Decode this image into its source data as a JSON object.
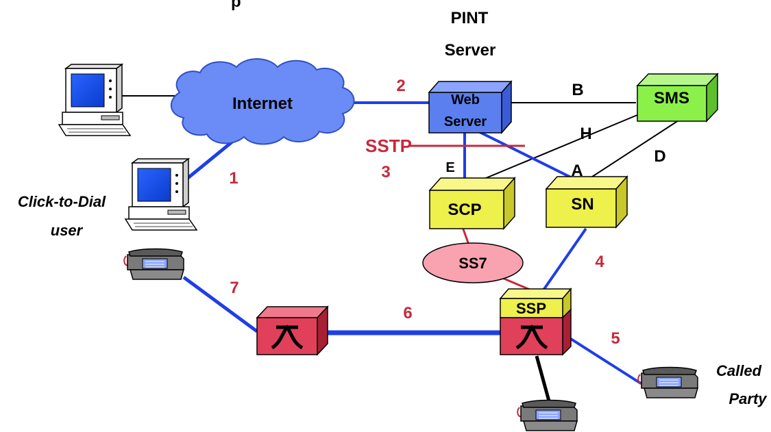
{
  "header_partial": "p",
  "title_line1": "PINT",
  "title_line2": "Server",
  "nodes": {
    "internet": "Internet",
    "web_server_line1": "Web",
    "web_server_line2": "Server",
    "sms": "SMS",
    "scp": "SCP",
    "sn": "SN",
    "ss7": "SS7",
    "ssp": "SSP"
  },
  "links": {
    "b": "B",
    "h": "H",
    "d": "D",
    "a": "A",
    "e": "E",
    "sstp": "SSTP"
  },
  "steps": [
    "1",
    "2",
    "3",
    "4",
    "5",
    "6",
    "7"
  ],
  "user_label_line1": "Click-to-Dial",
  "user_label_line2": "user",
  "called_label_line1": "Called",
  "called_label_line2": "Party",
  "colors": {
    "internet_cloud": "#6b8cf7",
    "web_server_box": "#5b7fee",
    "sms_box": "#8cf04a",
    "scp_sn_ssp_box": "#eef04c",
    "switch_box": "#e0405a",
    "ss7_ellipse": "#f9a3b0",
    "blue_link": "#1e3ee8",
    "red_text": "#c8283c"
  }
}
